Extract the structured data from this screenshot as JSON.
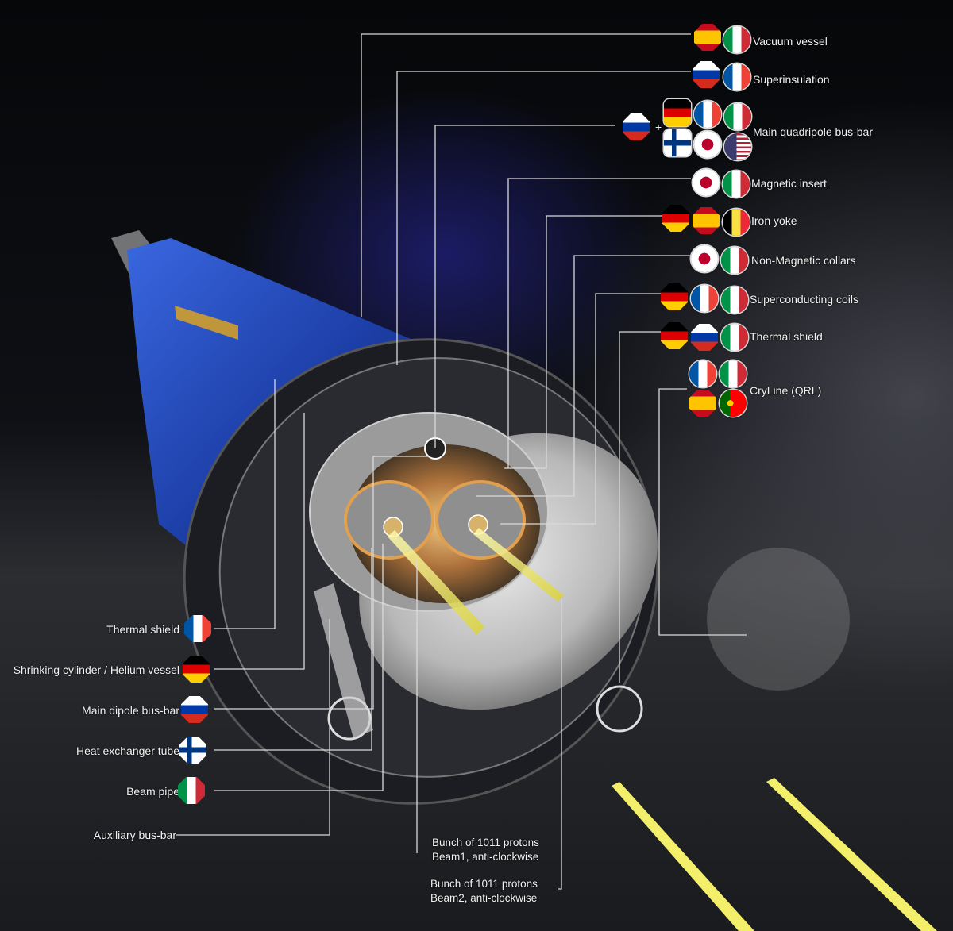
{
  "components": [
    {
      "id": "vacuum-vessel",
      "label": "Vacuum vessel",
      "flags": [
        "spain",
        "italy"
      ]
    },
    {
      "id": "superinsulation",
      "label": "Superinsulation",
      "flags": [
        "russia",
        "france"
      ]
    },
    {
      "id": "main-quadripole",
      "label": "Main quadripole bus-bar",
      "flags": [
        "russia",
        "germany",
        "france",
        "italy",
        "finland",
        "japan",
        "usa"
      ]
    },
    {
      "id": "magnetic-insert",
      "label": "Magnetic insert",
      "flags": [
        "japan",
        "italy"
      ]
    },
    {
      "id": "iron-yoke",
      "label": "Iron yoke",
      "flags": [
        "germany",
        "spain",
        "belgium"
      ]
    },
    {
      "id": "non-magnetic-collars",
      "label": "Non-Magnetic collars",
      "flags": [
        "japan",
        "italy"
      ]
    },
    {
      "id": "superconducting-coils",
      "label": "Superconducting coils",
      "flags": [
        "germany",
        "france",
        "italy"
      ]
    },
    {
      "id": "thermal-shield-right",
      "label": "Thermal shield",
      "flags": [
        "germany",
        "russia",
        "italy"
      ]
    },
    {
      "id": "cryline",
      "label": "CryLine (QRL)",
      "flags": [
        "france",
        "italy",
        "spain",
        "portugal"
      ]
    },
    {
      "id": "thermal-shield-left",
      "label": "Thermal shield",
      "flags": [
        "france"
      ]
    },
    {
      "id": "helium-vessel",
      "label": "Shrinking cylinder / Helium vessel",
      "flags": [
        "germany"
      ]
    },
    {
      "id": "dipole-bus-bar",
      "label": "Main dipole bus-bar",
      "flags": [
        "russia"
      ]
    },
    {
      "id": "heat-exchanger",
      "label": "Heat exchanger tube",
      "flags": [
        "finland"
      ]
    },
    {
      "id": "beam-pipe",
      "label": "Beam pipe",
      "flags": [
        "italy"
      ]
    },
    {
      "id": "auxiliary-bus-bar",
      "label": "Auxiliary bus-bar",
      "flags": []
    }
  ],
  "beams": [
    {
      "line1": "Bunch of 1011 protons",
      "line2": "Beam1, anti-clockwise"
    },
    {
      "line1": "Bunch of 1011 protons",
      "line2": "Beam2, anti-clockwise"
    }
  ],
  "plus_sign": "+",
  "colors": {
    "tube_blue": "#1d3fa8",
    "beam_yellow": "#f3ef6a",
    "label": "#f2f2f2",
    "line": "#d9d9d9"
  }
}
